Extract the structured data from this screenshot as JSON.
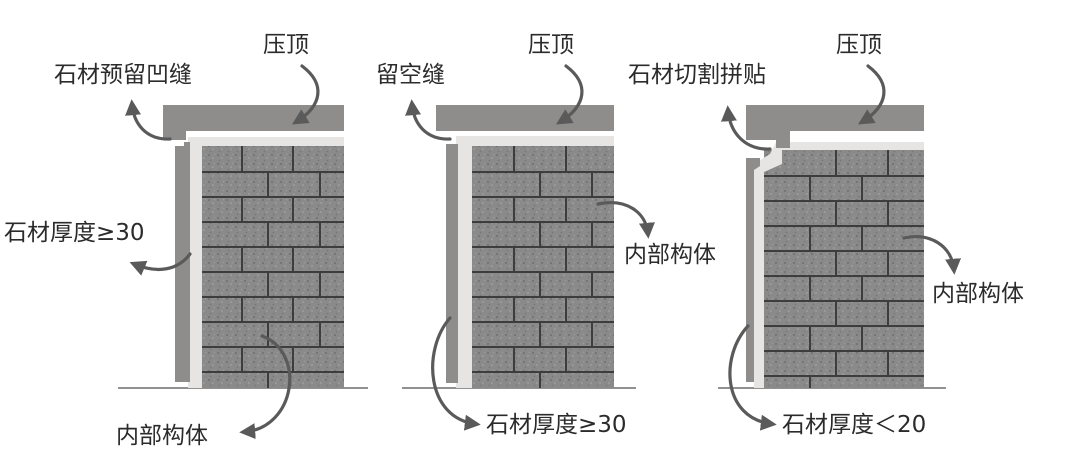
{
  "diagram": {
    "colors": {
      "stone_cladding": "#8f8c8c",
      "stone_gap": "#e7e5e3",
      "inner_wall": "#8a8a8a",
      "mortar_line": "#3d3d3d",
      "arrow": "#5a5a5a",
      "text": "#2b2b2b"
    },
    "panels": [
      {
        "id": "panel-1",
        "labels": {
          "coping": "压顶",
          "joint": "石材预留凹缝",
          "thickness": "石材厚度≥30",
          "inner_structure": "内部构体"
        }
      },
      {
        "id": "panel-2",
        "labels": {
          "coping": "压顶",
          "joint": "留空缝",
          "thickness": "石材厚度≥30",
          "inner_structure": "内部构体"
        }
      },
      {
        "id": "panel-3",
        "labels": {
          "coping": "压顶",
          "joint": "石材切割拼贴",
          "thickness": "石材厚度＜20",
          "inner_structure": "内部构体"
        }
      }
    ]
  }
}
